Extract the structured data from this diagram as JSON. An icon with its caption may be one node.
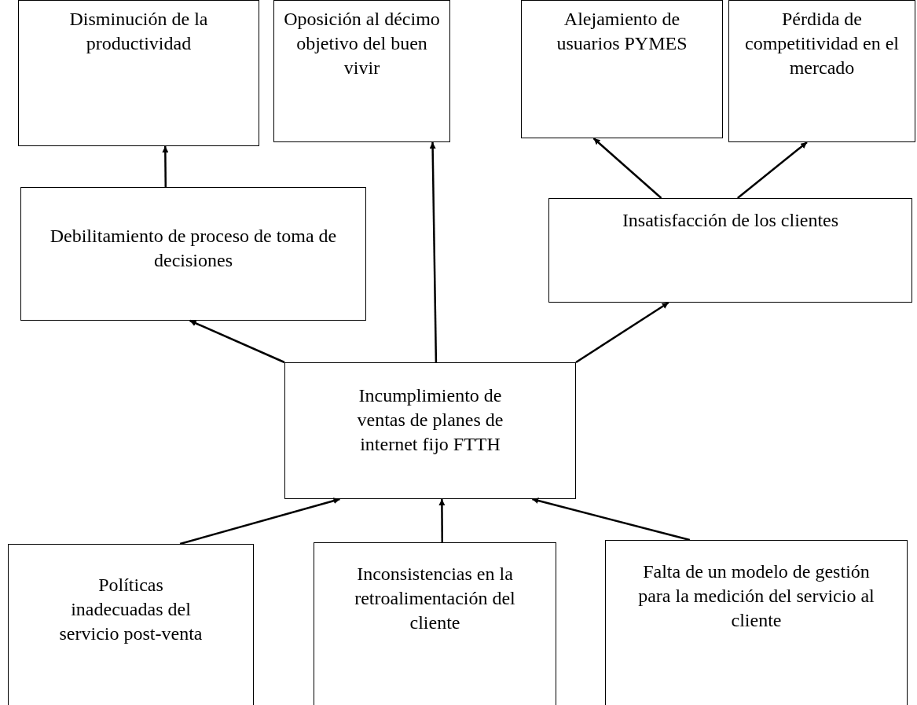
{
  "diagram": {
    "nodes": [
      {
        "text": [
          "Disminución de la productividad"
        ]
      },
      {
        "text": [
          "Oposición al décimo objetivo del buen vivir"
        ]
      },
      {
        "text": [
          "Alejamiento de usuarios PYMES"
        ]
      },
      {
        "text": [
          "Pérdida de competitividad en el mercado"
        ]
      },
      {
        "text": [
          "Debilitamiento de proceso de toma de decisiones"
        ]
      },
      {
        "text": [
          "Insatisfacción de los clientes"
        ]
      },
      {
        "text": [
          "Incumplimiento de ventas de planes de internet fijo FTTH"
        ]
      },
      {
        "text": [
          "Políticas inadecuadas del servicio post-venta"
        ]
      },
      {
        "text": [
          "Inconsistencias en la retroalimentación del cliente"
        ]
      },
      {
        "text": [
          "Falta de un modelo de gestión para la medición del servicio al cliente"
        ]
      }
    ],
    "edges": [
      {
        "from": 4,
        "to": 0,
        "arrow": "to"
      },
      {
        "from": 6,
        "to": 4,
        "arrow": "to"
      },
      {
        "from": 6,
        "to": 1,
        "arrow": "to"
      },
      {
        "from": 6,
        "to": 5,
        "arrow": "to"
      },
      {
        "from": 5,
        "to": 2,
        "arrow": "to"
      },
      {
        "from": 5,
        "to": 3,
        "arrow": "to"
      },
      {
        "from": 7,
        "to": 6,
        "arrow": "to"
      },
      {
        "from": 8,
        "to": 6,
        "arrow": "to"
      },
      {
        "from": 9,
        "to": 6,
        "arrow": "to"
      }
    ]
  }
}
